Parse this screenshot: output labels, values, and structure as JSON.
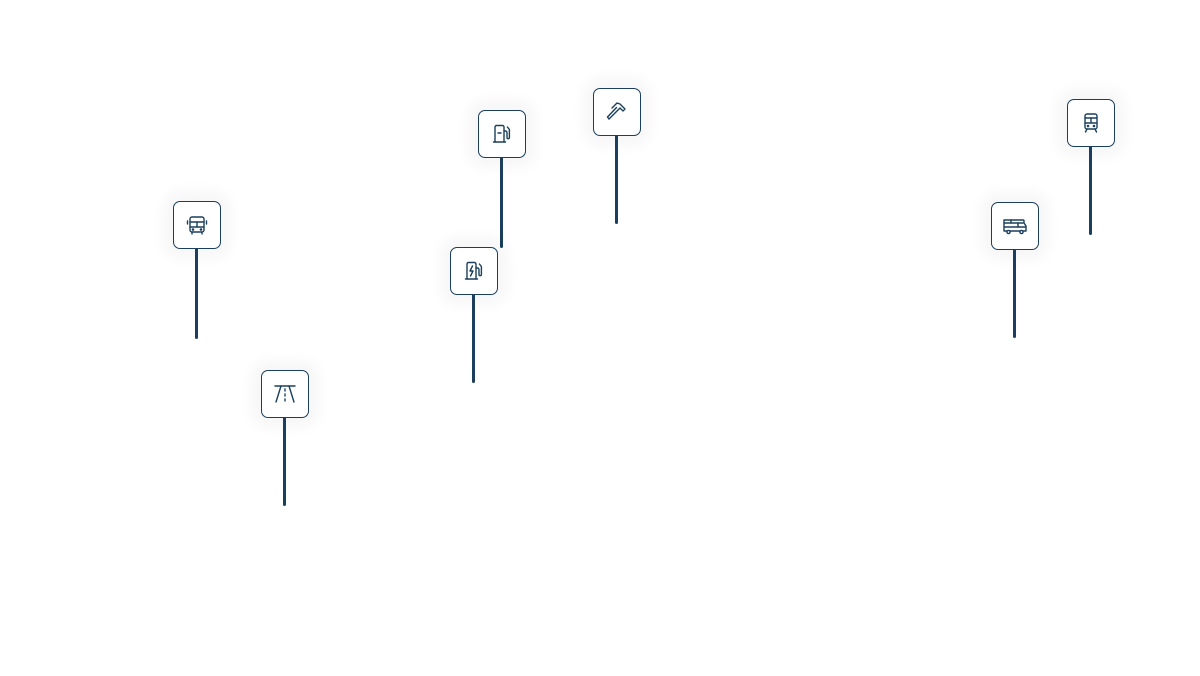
{
  "map": {
    "accent_color": "#1b3f5c",
    "background_color": "#ffffff",
    "markers": [
      {
        "id": "bus",
        "icon": "bus-icon",
        "label": ""
      },
      {
        "id": "road",
        "icon": "road-icon",
        "label": ""
      },
      {
        "id": "fuel",
        "icon": "fuel-pump-icon",
        "label": ""
      },
      {
        "id": "ev-charger",
        "icon": "ev-charger-icon",
        "label": ""
      },
      {
        "id": "hammer",
        "icon": "hammer-icon",
        "label": ""
      },
      {
        "id": "camper-van",
        "icon": "camper-van-icon",
        "label": ""
      },
      {
        "id": "train",
        "icon": "train-icon",
        "label": ""
      }
    ]
  }
}
